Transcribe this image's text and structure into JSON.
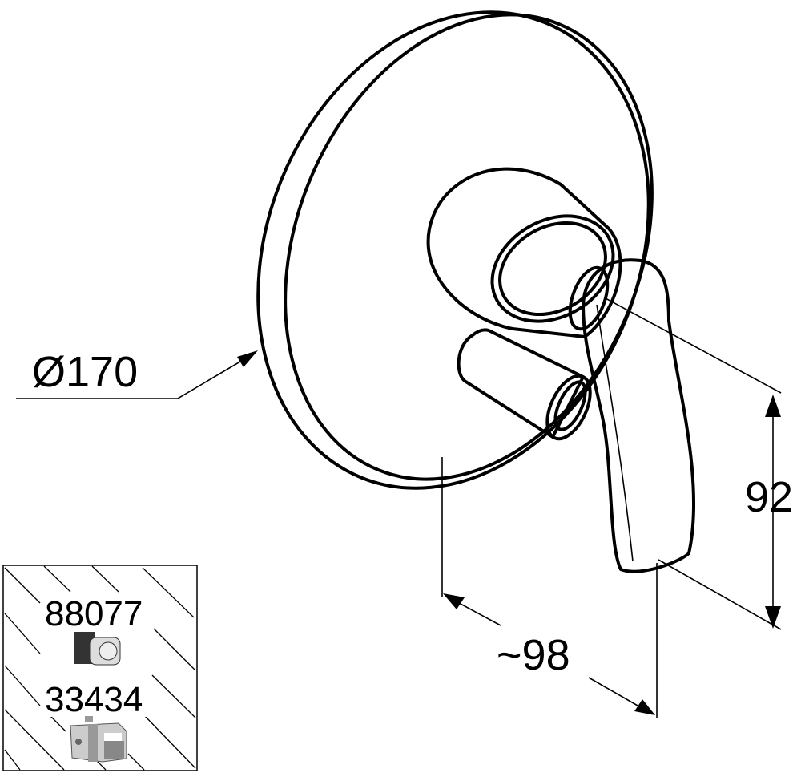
{
  "drawing": {
    "diameter_label": "Ø170",
    "height_label": "92",
    "depth_label": "~98"
  },
  "inset": {
    "items": [
      {
        "code": "88077",
        "icon": "concealed-body-icon"
      },
      {
        "code": "33434",
        "icon": "installation-box-icon"
      }
    ]
  }
}
